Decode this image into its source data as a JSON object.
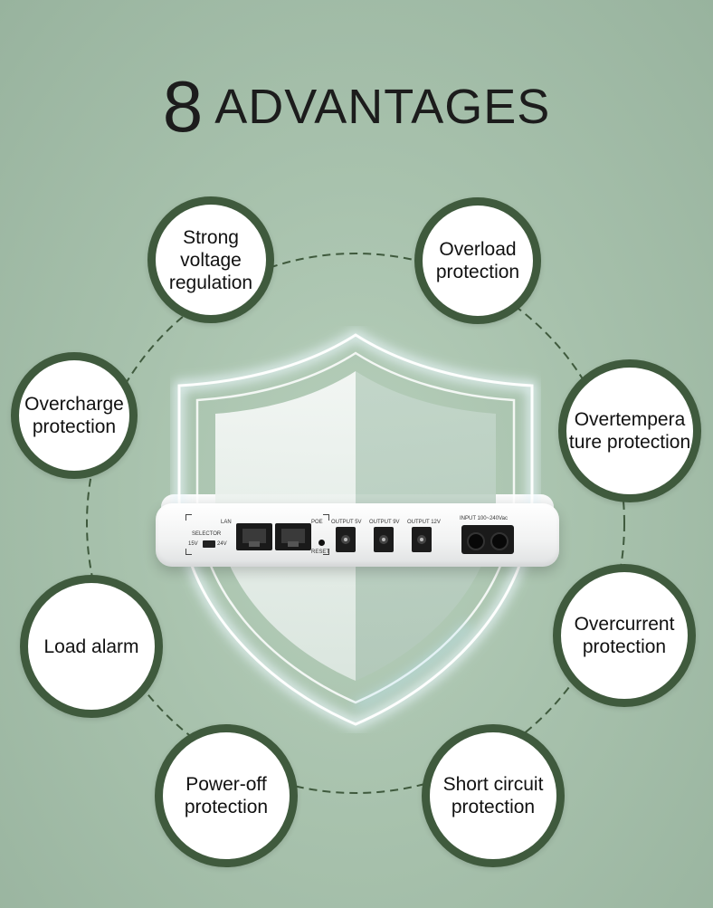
{
  "title": {
    "number": "8",
    "word": "ADVANTAGES"
  },
  "colors": {
    "background": "#a8c2ad",
    "ring": "#3f5a3d",
    "dashed_line": "#3f5a3d",
    "text": "#1c1c1c"
  },
  "advantages": [
    {
      "label": "Strong voltage\nregulation"
    },
    {
      "label": "Overload\nprotection"
    },
    {
      "label": "Overcharge\nprotection"
    },
    {
      "label": "Overtempera\nture protection"
    },
    {
      "label": "Load alarm"
    },
    {
      "label": "Overcurrent\nprotection"
    },
    {
      "label": "Power-off\nprotection"
    },
    {
      "label": "Short circuit\nprotection"
    }
  ],
  "device": {
    "lan": "LAN",
    "poe": "POE",
    "reset": "RESET",
    "selector": "SELECTOR",
    "v15": "15V",
    "v24": "24V",
    "out5": "OUTPUT 5V",
    "out9": "OUTPUT 9V",
    "out12": "OUTPUT 12V",
    "input": "INPUT 100~240Vac"
  },
  "icons": {
    "shield": "shield-icon"
  }
}
